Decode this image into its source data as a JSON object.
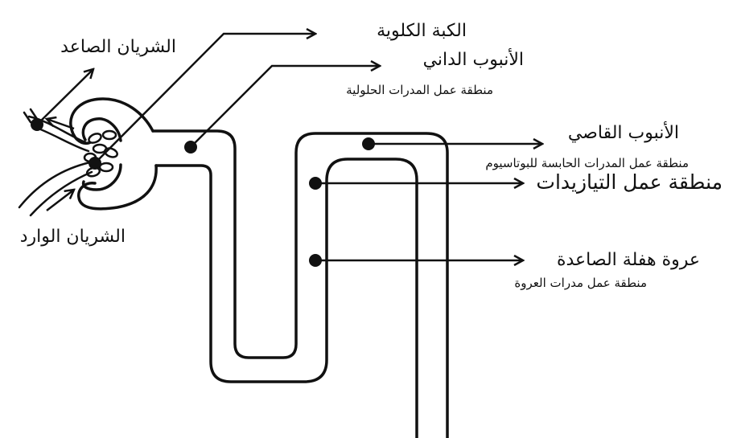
{
  "labels": {
    "efferent_arteriole": "الشريان الصاعد",
    "afferent_arteriole": "الشريان الوارد",
    "glomerulus": "الكبة الكلوية",
    "proximal_tubule": "الأنبوب الداني",
    "proximal_tubule_note": "منطقة عمل المدرات الحلولية",
    "distal_tubule": "الأنبوب القاصي",
    "distal_tubule_note": "منطقة عمل المدرات الحابسة للبوتاسيوم",
    "thiazide_site": "منطقة عمل التيازيدات",
    "ascending_loop": "عروة هفلة الصاعدة",
    "ascending_loop_note": "منطقة عمل مدرات العروة"
  },
  "colors": {
    "stroke": "#111111",
    "background": "#ffffff"
  }
}
